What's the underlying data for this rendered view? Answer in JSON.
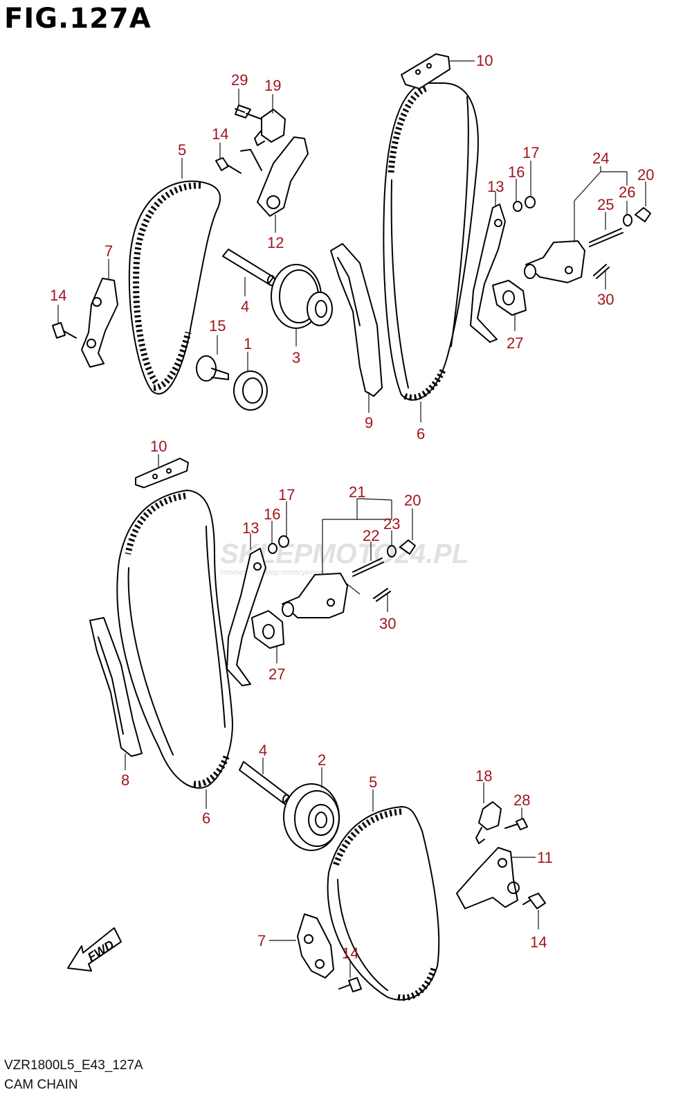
{
  "figure": {
    "title": "FIG.127A",
    "code": "VZR1800L5_E43_127A",
    "caption": "CAM CHAIN"
  },
  "watermark": {
    "text": "SKLEPMOTO24.PL",
    "subtext": "internetowy sklep motocyklowy"
  },
  "fwd_arrow_label": "FWD",
  "callouts": {
    "top_29": "29",
    "top_19": "19",
    "top_14a": "14",
    "top_5": "5",
    "top_12": "12",
    "top_7": "7",
    "top_14b": "14",
    "top_4": "4",
    "top_15": "15",
    "top_1": "1",
    "top_3": "3",
    "top_10": "10",
    "top_13": "13",
    "top_16": "16",
    "top_17": "17",
    "top_24": "24",
    "top_20": "20",
    "top_26": "26",
    "top_25": "25",
    "top_30": "30",
    "top_27": "27",
    "top_9": "9",
    "top_6": "6",
    "bot_10": "10",
    "bot_17": "17",
    "bot_16": "16",
    "bot_13": "13",
    "bot_21": "21",
    "bot_20": "20",
    "bot_23": "23",
    "bot_22": "22",
    "bot_30": "30",
    "bot_27": "27",
    "bot_8": "8",
    "bot_6": "6",
    "bot_4": "4",
    "bot_2": "2",
    "bot_5": "5",
    "bot_18": "18",
    "bot_28": "28",
    "bot_11": "11",
    "bot_7": "7",
    "bot_14a": "14",
    "bot_14b": "14"
  },
  "colors": {
    "callout": "#a0141e",
    "line": "#000000",
    "watermark": "#c9c9c9"
  }
}
